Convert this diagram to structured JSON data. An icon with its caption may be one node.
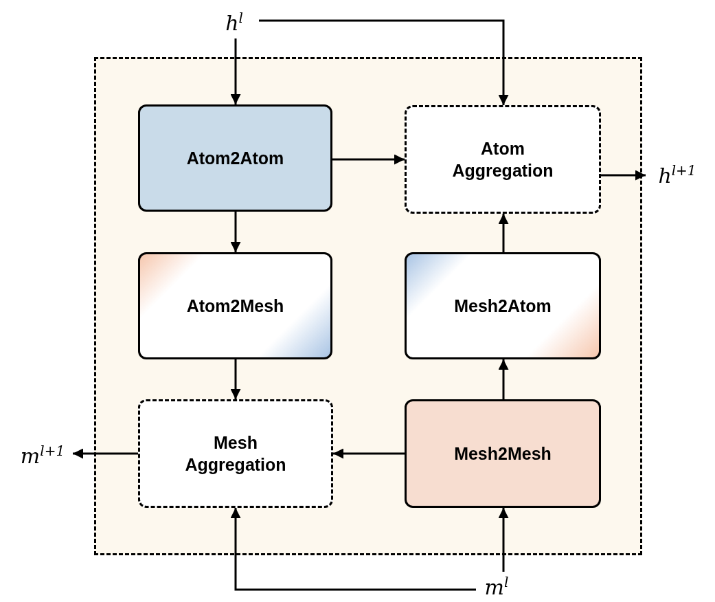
{
  "diagram": {
    "nodes": [
      {
        "text": [],
        "shape": "box"
      },
      {
        "text": [
          "Atom2Atom"
        ],
        "in": 0
      },
      {
        "text": [
          "Atom Aggregation"
        ],
        "in": 0
      },
      {
        "text": [
          "Atom2Mesh"
        ],
        "in": 0
      },
      {
        "text": [
          "Mesh2Atom"
        ],
        "in": 0
      },
      {
        "text": [
          "Mesh Aggregation"
        ],
        "in": 0
      },
      {
        "text": [
          "Mesh2Mesh"
        ],
        "in": 0
      },
      {
        "text": [
          "h$^{l}$"
        ]
      },
      {
        "text": [
          "h$^{l+1}$"
        ]
      },
      {
        "text": [
          "m$^{l+1}$"
        ]
      },
      {
        "text": [
          "m$^{l}$"
        ]
      }
    ],
    "edges": [
      {
        "from": 7,
        "to": 1,
        "arrow": "to"
      },
      {
        "from": 7,
        "to": 2,
        "arrow": "to"
      },
      {
        "from": 1,
        "to": 2,
        "arrow": "to"
      },
      {
        "from": 1,
        "to": 3,
        "arrow": "to"
      },
      {
        "from": 3,
        "to": 5,
        "arrow": "to"
      },
      {
        "from": 6,
        "to": 5,
        "arrow": "to"
      },
      {
        "from": 6,
        "to": 4,
        "arrow": "to"
      },
      {
        "from": 4,
        "to": 2,
        "arrow": "to"
      },
      {
        "from": 2,
        "to": 8,
        "arrow": "to"
      },
      {
        "from": 5,
        "to": 9,
        "arrow": "to"
      },
      {
        "from": 10,
        "to": 6,
        "arrow": "to"
      },
      {
        "from": 10,
        "to": 5,
        "arrow": "to"
      }
    ]
  }
}
